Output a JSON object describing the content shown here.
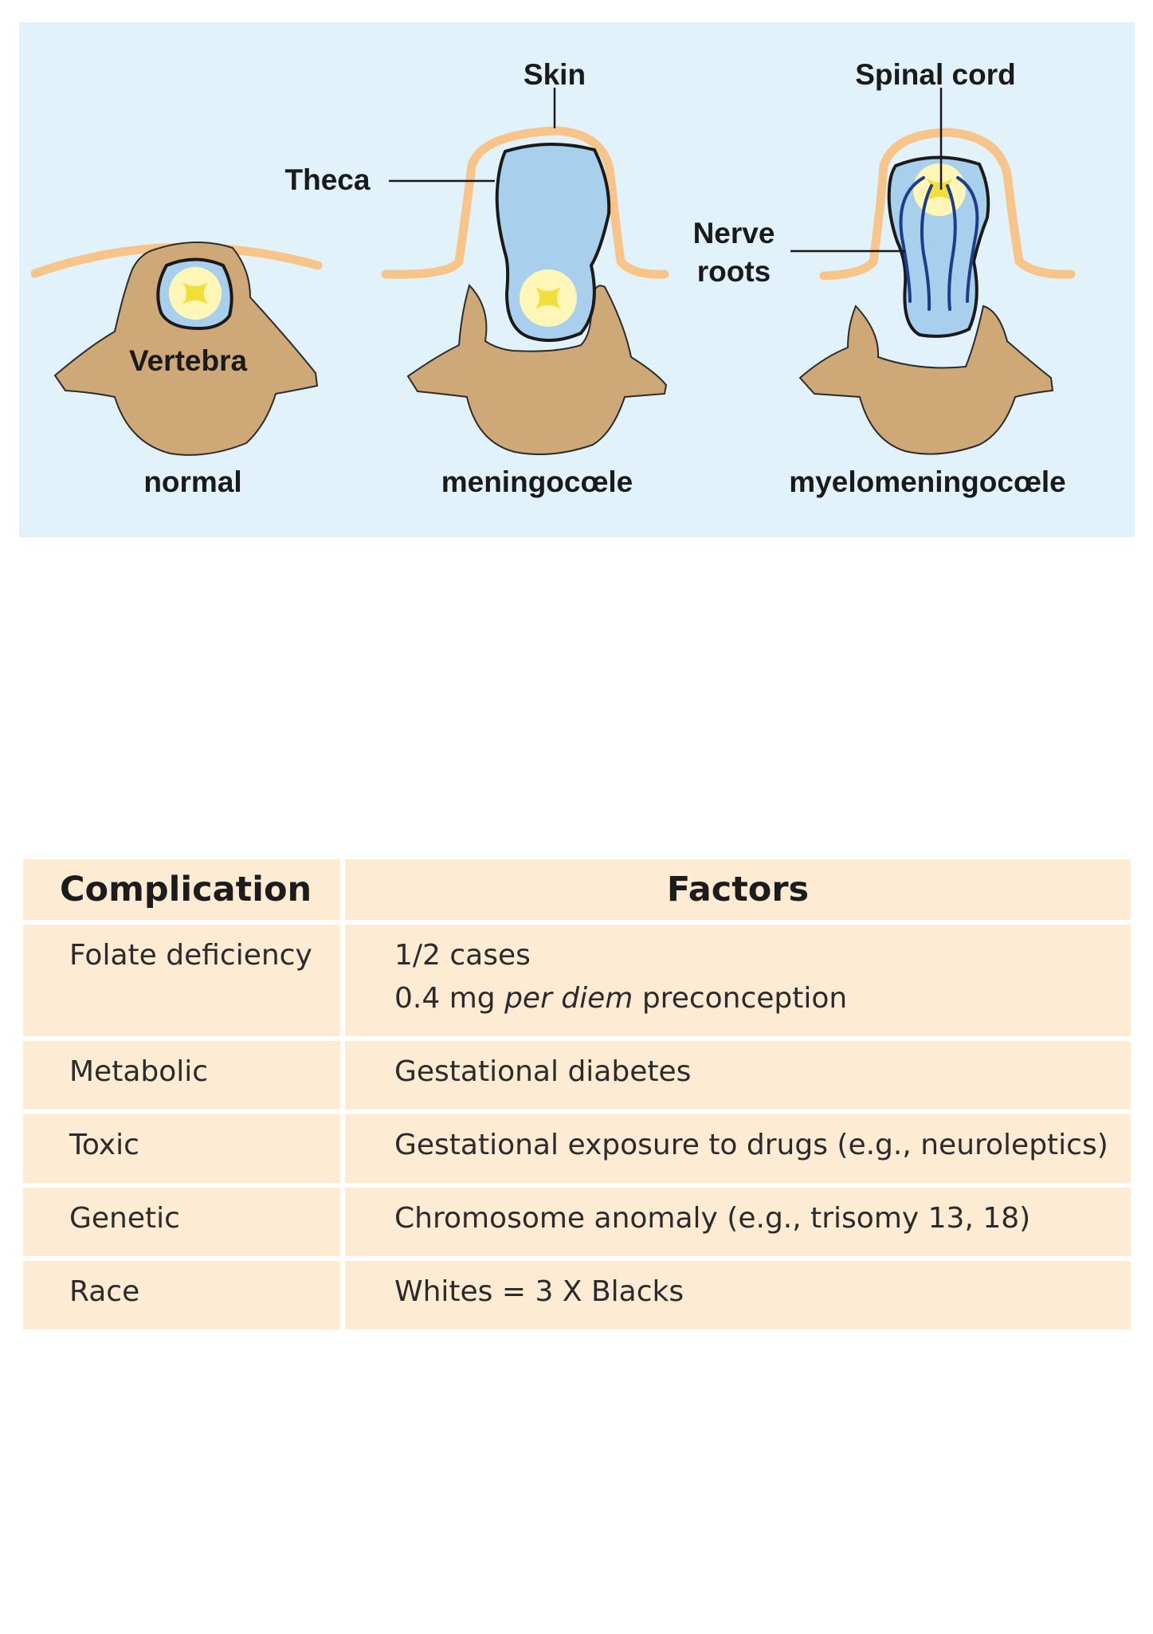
{
  "figure": {
    "labels": {
      "skin": "Skin",
      "spinal_cord": "Spinal cord",
      "theca": "Theca",
      "nerve_roots_line1": "Nerve",
      "nerve_roots_line2": "roots",
      "vertebra": "Vertebra"
    },
    "captions": {
      "normal": "normal",
      "meningocele": "meningocœle",
      "myelomeningocele": "myelomeningocœle"
    },
    "colors": {
      "background": "#e1f2fb",
      "skin": "#f7c58a",
      "vertebra": "#cfa878",
      "theca": "#a8d0ec",
      "cord": "#fff6b8",
      "grey_matter": "#f2df3c",
      "nerve": "#1c3d8a"
    }
  },
  "table": {
    "headers": {
      "complication": "Complication",
      "factors": "Factors"
    },
    "rows": [
      {
        "complication": "Folate deficiency",
        "factor_line1": "1/2 cases",
        "factor_line2_pre": "0.4 mg ",
        "factor_line2_em": "per diem",
        "factor_line2_post": " preconception"
      },
      {
        "complication": "Metabolic",
        "factor": "Gestational diabetes"
      },
      {
        "complication": "Toxic",
        "factor": "Gestational exposure to drugs (e.g., neuroleptics)"
      },
      {
        "complication": "Genetic",
        "factor": "Chromosome anomaly (e.g., trisomy 13, 18)"
      },
      {
        "complication": "Race",
        "factor": "Whites = 3 X Blacks"
      }
    ]
  }
}
